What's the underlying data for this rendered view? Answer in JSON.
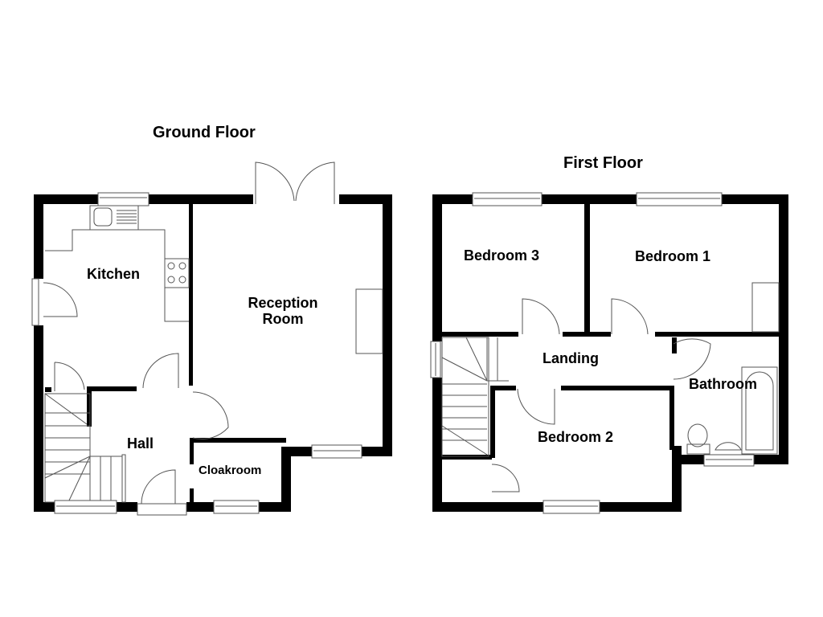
{
  "plan": {
    "ground_floor": {
      "title": "Ground Floor",
      "rooms": {
        "kitchen": "Kitchen",
        "reception": "Reception\nRoom",
        "reception_line1": "Reception",
        "reception_line2": "Room",
        "hall": "Hall",
        "cloakroom": "Cloakroom"
      }
    },
    "first_floor": {
      "title": "First Floor",
      "rooms": {
        "bedroom3": "Bedroom 3",
        "bedroom1": "Bedroom 1",
        "landing": "Landing",
        "bathroom": "Bathroom",
        "bedroom2": "Bedroom 2"
      }
    },
    "colors": {
      "wall": "#000000",
      "fixture_line": "#555555",
      "background": "#ffffff"
    }
  }
}
